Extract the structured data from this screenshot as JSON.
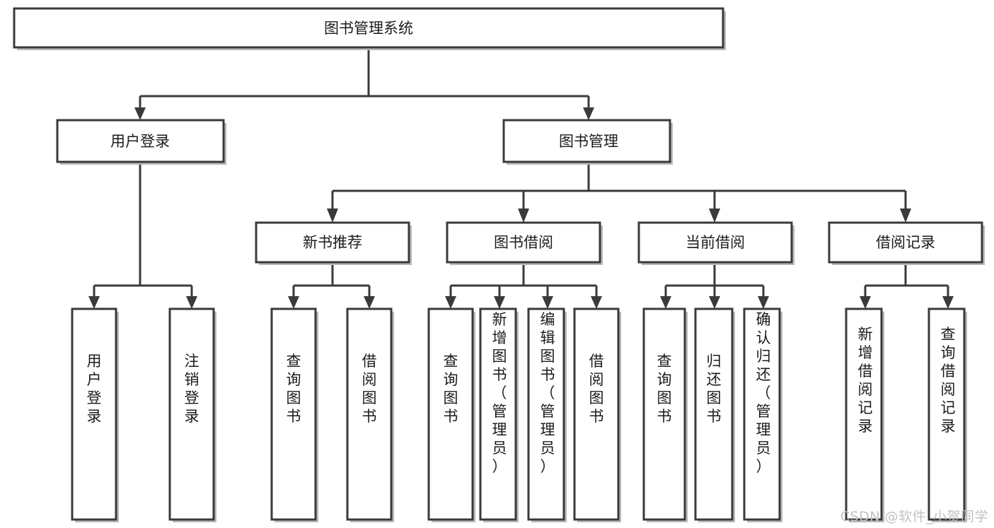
{
  "diagram": {
    "type": "tree",
    "title": "图书管理系统",
    "orientation": "top-down",
    "root": {
      "id": "root",
      "label": "图书管理系统"
    },
    "level2": [
      {
        "id": "user-login",
        "label": "用户登录"
      },
      {
        "id": "book-management",
        "label": "图书管理"
      }
    ],
    "level3": [
      {
        "id": "new-book-recommend",
        "label": "新书推荐",
        "parent": "book-management"
      },
      {
        "id": "book-borrow",
        "label": "图书借阅",
        "parent": "book-management"
      },
      {
        "id": "current-borrow",
        "label": "当前借阅",
        "parent": "book-management"
      },
      {
        "id": "borrow-record",
        "label": "借阅记录",
        "parent": "book-management"
      }
    ],
    "leaves": {
      "user-login": [
        {
          "id": "leaf-user-login",
          "label": "用户登录"
        },
        {
          "id": "leaf-user-logout",
          "label": "注销登录"
        }
      ],
      "new-book-recommend": [
        {
          "id": "leaf-query-book-1",
          "label": "查询图书"
        },
        {
          "id": "leaf-borrow-book-1",
          "label": "借阅图书"
        }
      ],
      "book-borrow": [
        {
          "id": "leaf-query-book-2",
          "label": "查询图书"
        },
        {
          "id": "leaf-add-book",
          "label": "新增图书（管理员）"
        },
        {
          "id": "leaf-edit-book",
          "label": "编辑图书（管理员）"
        },
        {
          "id": "leaf-borrow-book-2",
          "label": "借阅图书"
        }
      ],
      "current-borrow": [
        {
          "id": "leaf-query-book-3",
          "label": "查询图书"
        },
        {
          "id": "leaf-return-book",
          "label": "归还图书"
        },
        {
          "id": "leaf-confirm-return",
          "label": "确认归还（管理员）"
        }
      ],
      "borrow-record": [
        {
          "id": "leaf-add-record",
          "label": "新增借阅记录"
        },
        {
          "id": "leaf-query-record",
          "label": "查询借阅记录"
        }
      ]
    }
  },
  "watermark": {
    "text": "CSDN @软件_小贺同学"
  },
  "colors": {
    "box_stroke": "#3a3a3a",
    "box_fill": "#ffffff",
    "text": "#1b1b1b",
    "connector": "#3a3a3a",
    "watermark": "#c2c2c2",
    "background": "#ffffff"
  }
}
